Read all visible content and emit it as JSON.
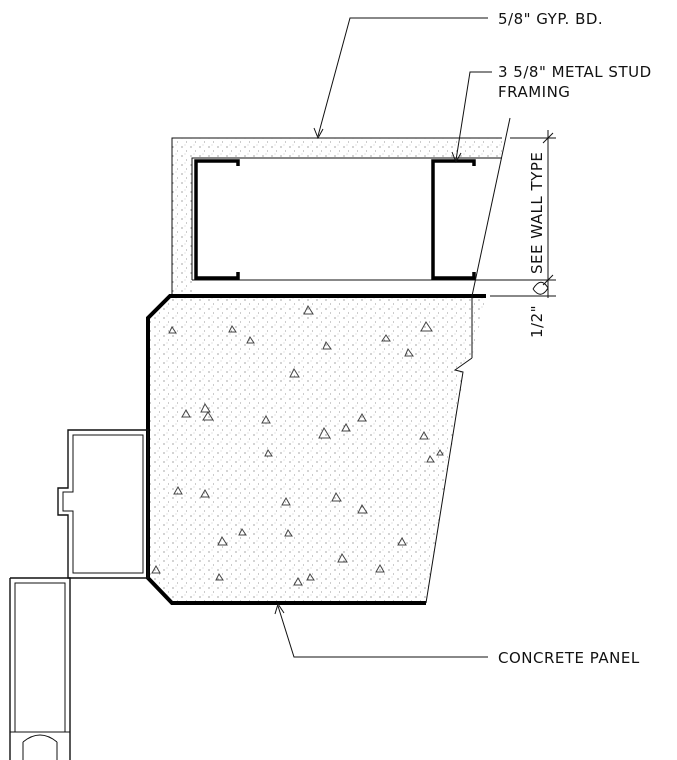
{
  "labels": {
    "gyp_bd": "5/8\" GYP. BD.",
    "metal_stud_line1": "3 5/8\" METAL STUD",
    "metal_stud_line2": "FRAMING",
    "concrete_panel": "CONCRETE PANEL",
    "see_wall_type": "SEE WALL TYPE",
    "gap_dim": "1/2\""
  }
}
